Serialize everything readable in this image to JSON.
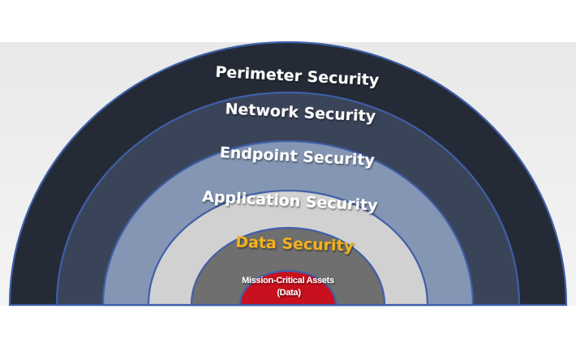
{
  "layers": [
    {
      "label": "Perimeter Security",
      "fill": "#252b36",
      "label_color": "#ffffff"
    },
    {
      "label": "Network Security",
      "fill": "#3a4459",
      "label_color": "#ffffff"
    },
    {
      "label": "Endpoint Security",
      "fill": "#8596b4",
      "label_color": "#ffffff"
    },
    {
      "label": "Application Security",
      "fill": "#d1d1d1",
      "label_color": "#ffffff"
    },
    {
      "label": "Data Security",
      "fill": "#6f6f6f",
      "label_color": "#f3b21a"
    }
  ],
  "core": {
    "line1": "Mission-Critical Assets",
    "line2": "(Data)",
    "fill": "#c8101e",
    "label_color": "#ffffff"
  },
  "colors": {
    "ring_border": "#3f5fa8",
    "backdrop": "#ececec"
  }
}
